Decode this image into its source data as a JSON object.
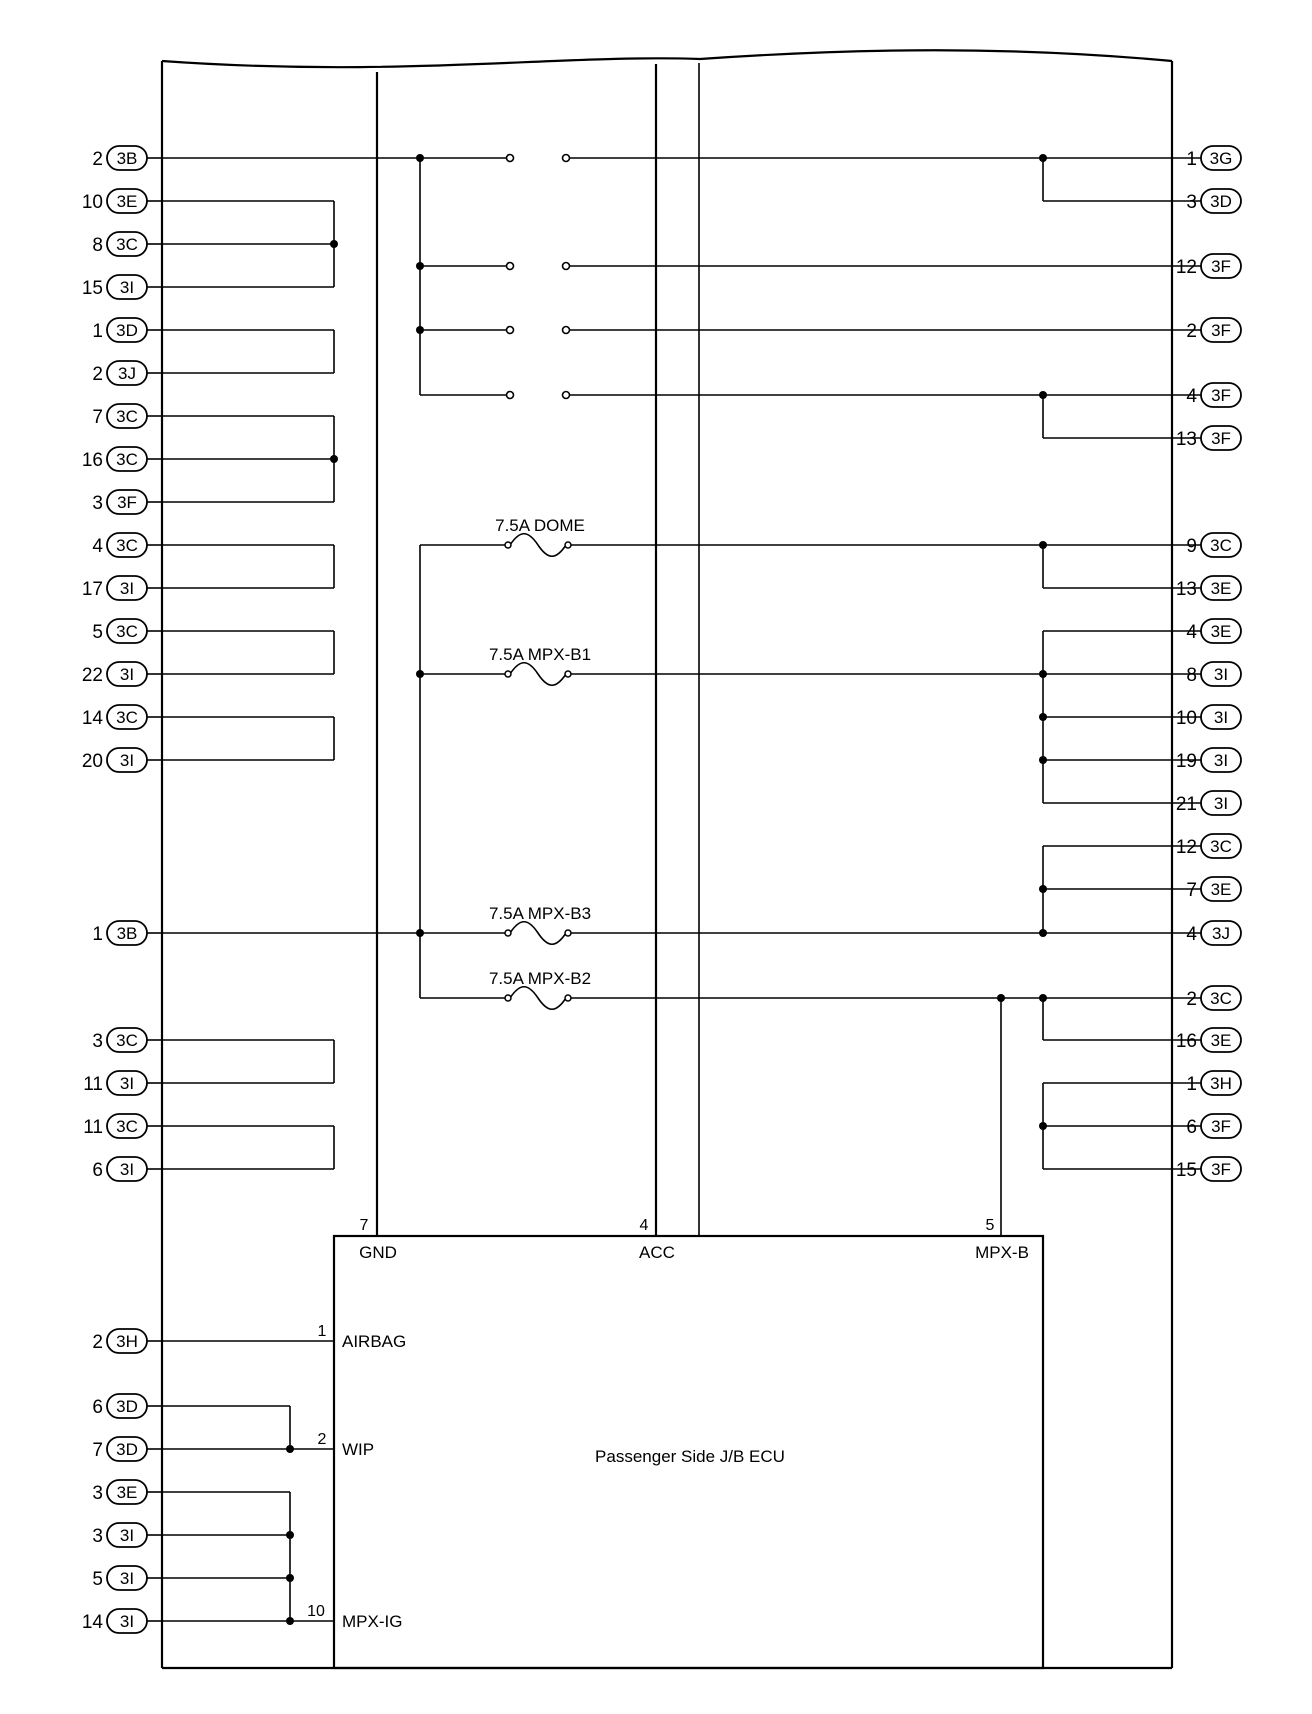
{
  "left_connectors": [
    {
      "pin": "2",
      "connector": "3B"
    },
    {
      "pin": "10",
      "connector": "3E"
    },
    {
      "pin": "8",
      "connector": "3C"
    },
    {
      "pin": "15",
      "connector": "3I"
    },
    {
      "pin": "1",
      "connector": "3D"
    },
    {
      "pin": "2",
      "connector": "3J"
    },
    {
      "pin": "7",
      "connector": "3C"
    },
    {
      "pin": "16",
      "connector": "3C"
    },
    {
      "pin": "3",
      "connector": "3F"
    },
    {
      "pin": "4",
      "connector": "3C"
    },
    {
      "pin": "17",
      "connector": "3I"
    },
    {
      "pin": "5",
      "connector": "3C"
    },
    {
      "pin": "22",
      "connector": "3I"
    },
    {
      "pin": "14",
      "connector": "3C"
    },
    {
      "pin": "20",
      "connector": "3I"
    },
    {
      "pin": "1",
      "connector": "3B"
    },
    {
      "pin": "3",
      "connector": "3C"
    },
    {
      "pin": "11",
      "connector": "3I"
    },
    {
      "pin": "11",
      "connector": "3C"
    },
    {
      "pin": "6",
      "connector": "3I"
    },
    {
      "pin": "2",
      "connector": "3H"
    },
    {
      "pin": "6",
      "connector": "3D"
    },
    {
      "pin": "7",
      "connector": "3D"
    },
    {
      "pin": "3",
      "connector": "3E"
    },
    {
      "pin": "3",
      "connector": "3I"
    },
    {
      "pin": "5",
      "connector": "3I"
    },
    {
      "pin": "14",
      "connector": "3I"
    }
  ],
  "right_connectors": [
    {
      "pin": "1",
      "connector": "3G"
    },
    {
      "pin": "3",
      "connector": "3D"
    },
    {
      "pin": "12",
      "connector": "3F"
    },
    {
      "pin": "2",
      "connector": "3F"
    },
    {
      "pin": "4",
      "connector": "3F"
    },
    {
      "pin": "13",
      "connector": "3F"
    },
    {
      "pin": "9",
      "connector": "3C"
    },
    {
      "pin": "13",
      "connector": "3E"
    },
    {
      "pin": "4",
      "connector": "3E"
    },
    {
      "pin": "8",
      "connector": "3I"
    },
    {
      "pin": "10",
      "connector": "3I"
    },
    {
      "pin": "19",
      "connector": "3I"
    },
    {
      "pin": "21",
      "connector": "3I"
    },
    {
      "pin": "12",
      "connector": "3C"
    },
    {
      "pin": "7",
      "connector": "3E"
    },
    {
      "pin": "4",
      "connector": "3J"
    },
    {
      "pin": "2",
      "connector": "3C"
    },
    {
      "pin": "16",
      "connector": "3E"
    },
    {
      "pin": "1",
      "connector": "3H"
    },
    {
      "pin": "6",
      "connector": "3F"
    },
    {
      "pin": "15",
      "connector": "3F"
    }
  ],
  "fuses": [
    "7.5A DOME",
    "7.5A MPX-B1",
    "7.5A MPX-B3",
    "7.5A MPX-B2"
  ],
  "ecu": {
    "title": "Passenger Side J/B ECU",
    "top_terminals": [
      {
        "num": "7",
        "label": "GND"
      },
      {
        "num": "4",
        "label": "ACC"
      },
      {
        "num": "5",
        "label": "MPX-B"
      }
    ],
    "left_terminals": [
      {
        "num": "1",
        "label": "AIRBAG"
      },
      {
        "num": "2",
        "label": "WIP"
      },
      {
        "num": "10",
        "label": "MPX-IG"
      }
    ]
  }
}
